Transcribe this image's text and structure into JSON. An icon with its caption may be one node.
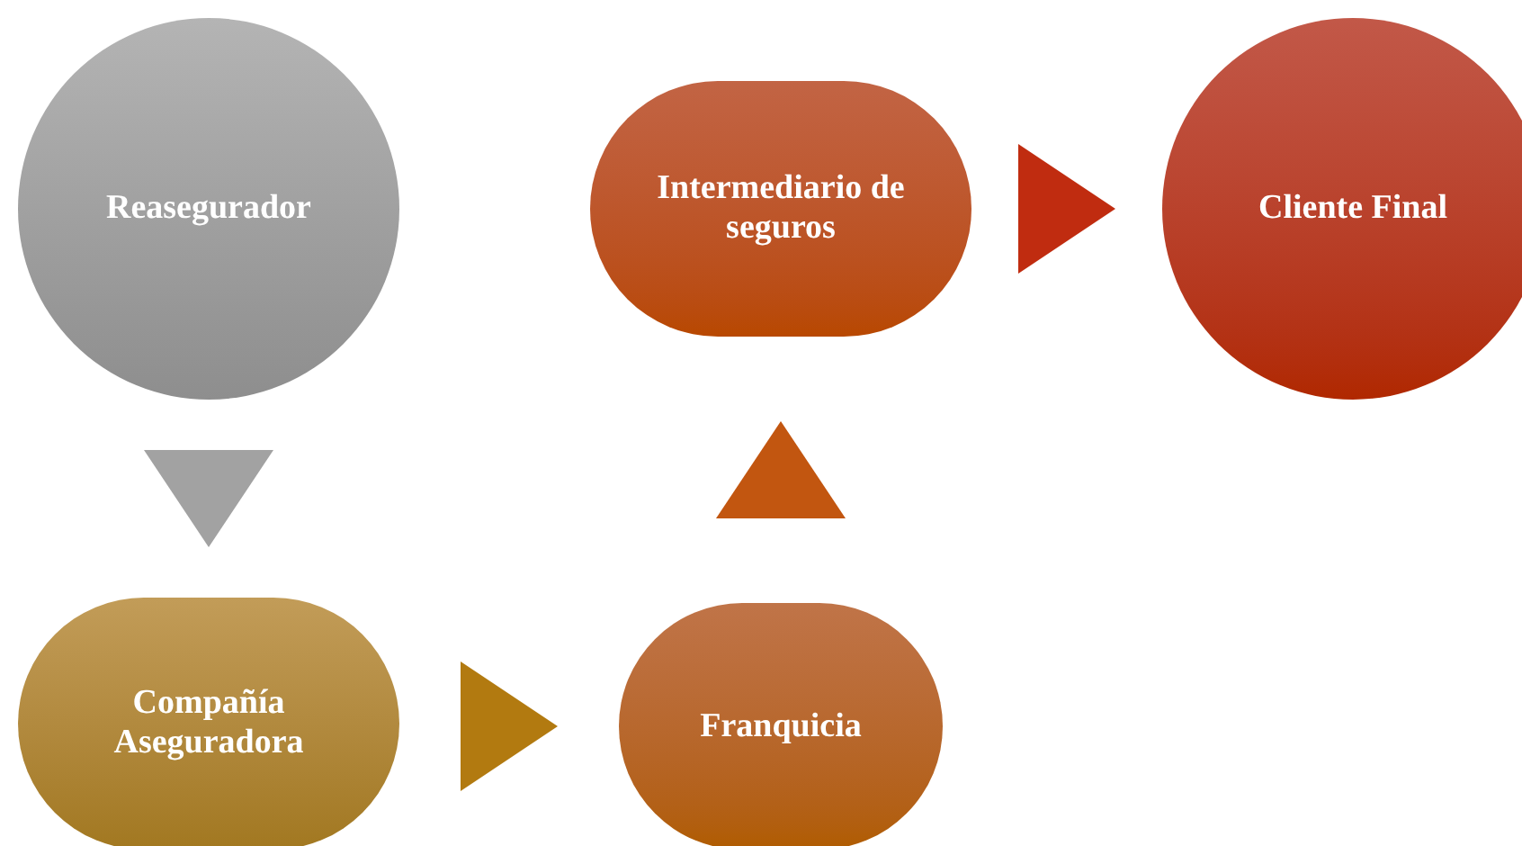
{
  "diagram": {
    "nodes": [
      {
        "text": [
          "Reasegurador"
        ]
      },
      {
        "text": [
          "Intermediario de seguros"
        ]
      },
      {
        "text": [
          "Cliente Final"
        ]
      },
      {
        "text": [
          "Compañía Aseguradora"
        ]
      },
      {
        "text": [
          "Franquicia"
        ]
      }
    ],
    "edges": [
      {
        "from": 0,
        "to": 3,
        "arrow": "to"
      },
      {
        "from": 3,
        "to": 4,
        "arrow": "to"
      },
      {
        "from": 4,
        "to": 1,
        "arrow": "to"
      },
      {
        "from": 1,
        "to": 2,
        "arrow": "to"
      }
    ]
  }
}
